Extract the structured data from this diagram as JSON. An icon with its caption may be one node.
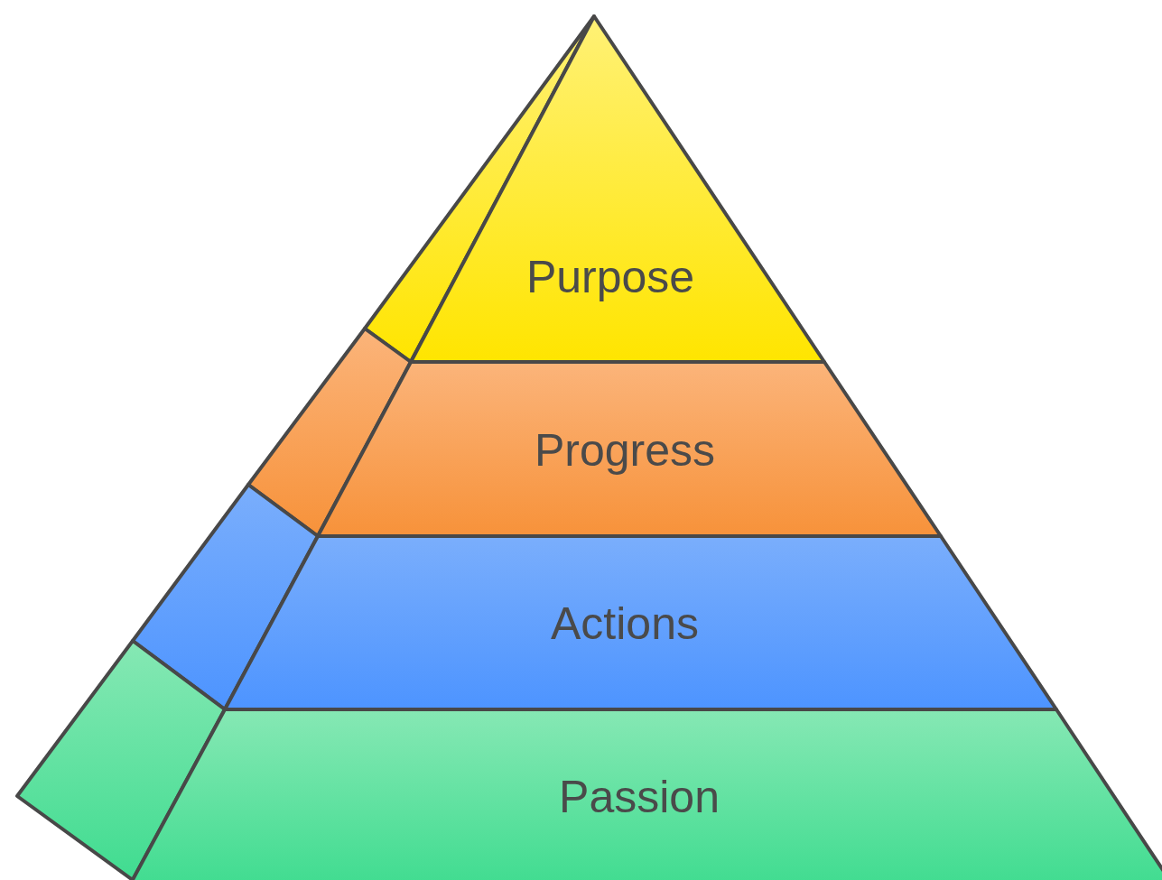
{
  "diagram": {
    "nodes": [
      {
        "text": [
          "Purpose"
        ]
      },
      {
        "text": [
          "Progress"
        ]
      },
      {
        "text": [
          "Actions"
        ]
      },
      {
        "text": [
          "Passion"
        ]
      }
    ]
  }
}
